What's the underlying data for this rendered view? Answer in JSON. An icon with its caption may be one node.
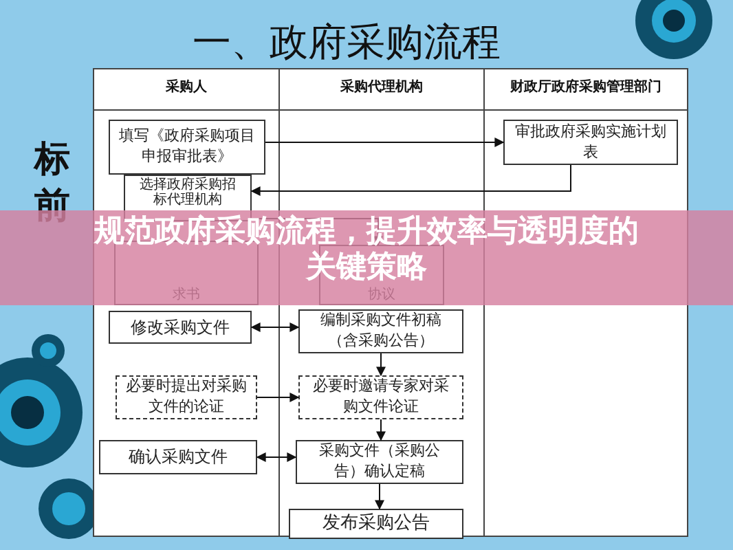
{
  "diagram": {
    "title": "一、政府采购流程",
    "caption": "规范政府采购流程，提升效率与透明度的关键策略",
    "nodes": [
      {
        "text": [
          "填写《政府采购项目申报审批表》"
        ]
      },
      {
        "text": [
          "审批政府采购实施计划表"
        ]
      },
      {
        "text": [
          "选择政府采购招标代理机构"
        ]
      },
      {
        "text": [
          "求书"
        ]
      },
      {
        "text": [
          "协议"
        ]
      },
      {
        "text": [
          "修改采购文件"
        ]
      },
      {
        "text": [
          "编制采购文件初稿（含采购公告）"
        ]
      },
      {
        "text": [
          "必要时提出对采购文件的论证"
        ]
      },
      {
        "text": [
          "必要时邀请专家对采购文件论证"
        ]
      },
      {
        "text": [
          "确认采购文件"
        ]
      },
      {
        "text": [
          "采购文件（采购公告）确认定稿"
        ]
      },
      {
        "text": [
          "发布采购公告"
        ]
      }
    ],
    "edges": [
      {
        "from": 0,
        "to": 1,
        "arrow": "to"
      },
      {
        "from": 1,
        "to": 2,
        "arrow": "to"
      },
      {
        "from": 2,
        "to": 4,
        "arrow": "to"
      },
      {
        "from": 5,
        "to": 6,
        "arrow": "both"
      },
      {
        "from": 6,
        "to": 8,
        "arrow": "to"
      },
      {
        "from": 7,
        "to": 8,
        "arrow": "to"
      },
      {
        "from": 8,
        "to": 10,
        "arrow": "to"
      },
      {
        "from": 9,
        "to": 10,
        "arrow": "both"
      },
      {
        "from": 10,
        "to": 11,
        "arrow": "to"
      }
    ],
    "labels": [
      "采购人",
      "采购代理机构",
      "财政厅政府采购管理部门",
      "标前"
    ]
  }
}
